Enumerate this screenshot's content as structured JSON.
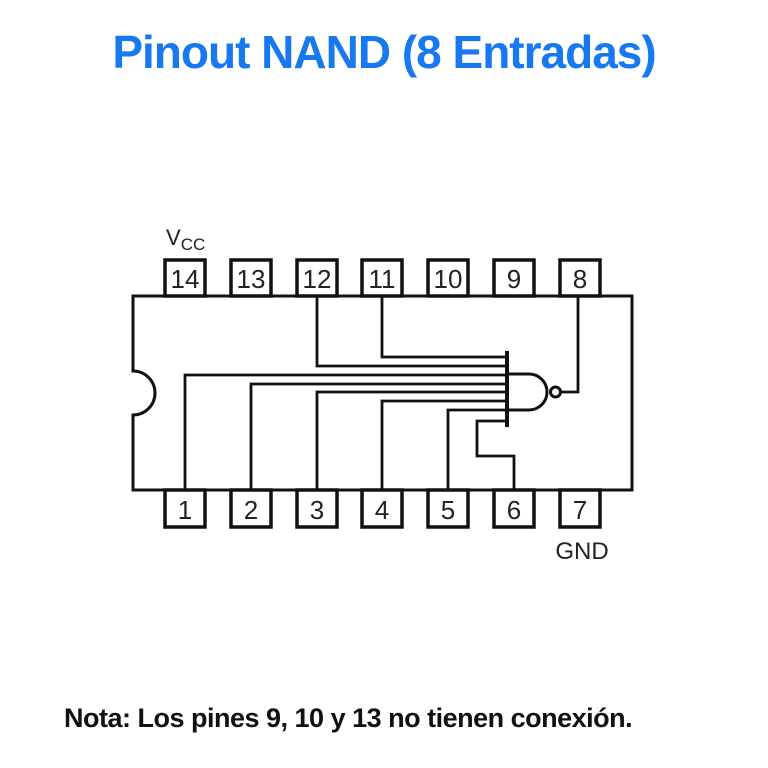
{
  "title": {
    "text": "Pinout NAND (8 Entradas)",
    "color": "#1778F0"
  },
  "chip": {
    "top_pins": [
      "14",
      "13",
      "12",
      "11",
      "10",
      "9",
      "8"
    ],
    "bottom_pins": [
      "1",
      "2",
      "3",
      "4",
      "5",
      "6",
      "7"
    ],
    "vcc_label": {
      "main": "V",
      "sub": "CC"
    },
    "gnd_label": "GND"
  },
  "gate": {
    "type": "NAND",
    "input_count": 8,
    "input_pins": [
      "11",
      "12",
      "1",
      "2",
      "3",
      "4",
      "5",
      "6"
    ],
    "output_pin": "8",
    "vcc_pin": "14",
    "gnd_pin": "7",
    "no_connection_pins": [
      "9",
      "10",
      "13"
    ]
  },
  "note": {
    "text": "Nota: Los pines 9, 10 y 13 no tienen conexión."
  }
}
